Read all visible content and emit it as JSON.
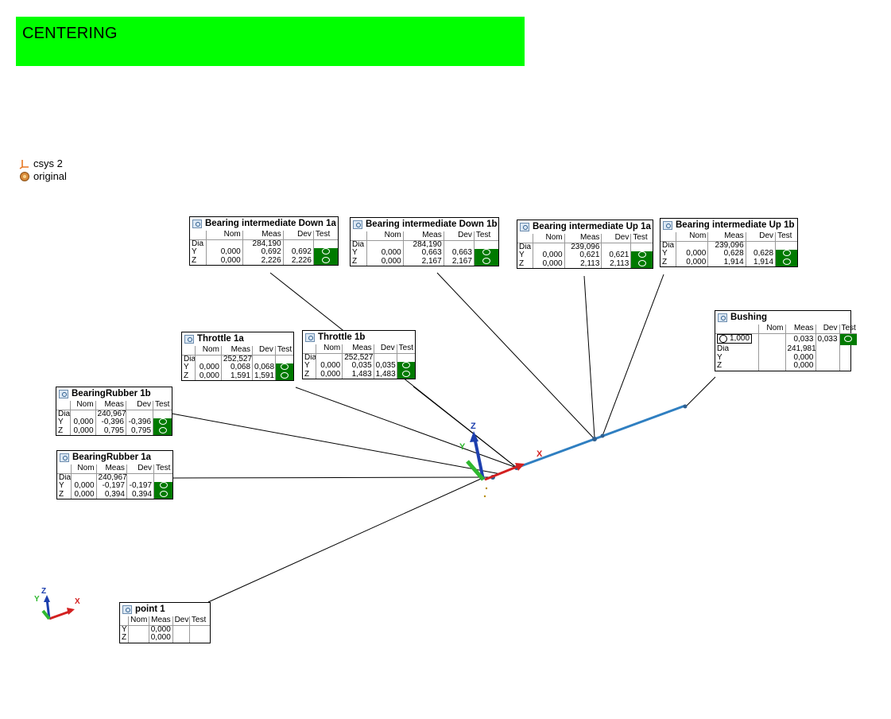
{
  "header": {
    "title": "CENTERING",
    "color": "#00ff00"
  },
  "legend": {
    "csys_label": "csys 2",
    "original_label": "original"
  },
  "axes": {
    "x": "X",
    "y": "Y",
    "z": "Z"
  },
  "ok_color": "#007a00",
  "boxes": {
    "bid1a": {
      "title": "Bearing intermediate Down 1a",
      "cols": [
        "",
        "Nom",
        "Meas",
        "Dev",
        "Test"
      ],
      "rows": [
        [
          "Dia",
          "",
          "284,190",
          ""
        ],
        [
          "Y",
          "0,000",
          "0,692",
          "0,692"
        ],
        [
          "Z",
          "0,000",
          "2,226",
          "2,226"
        ]
      ]
    },
    "bid1b": {
      "title": "Bearing intermediate Down 1b",
      "cols": [
        "",
        "Nom",
        "Meas",
        "Dev",
        "Test"
      ],
      "rows": [
        [
          "Dia",
          "",
          "284,190",
          ""
        ],
        [
          "Y",
          "0,000",
          "0,663",
          "0,663"
        ],
        [
          "Z",
          "0,000",
          "2,167",
          "2,167"
        ]
      ]
    },
    "biu1a": {
      "title": "Bearing intermediate Up 1a",
      "cols": [
        "",
        "Nom",
        "Meas",
        "Dev",
        "Test"
      ],
      "rows": [
        [
          "Dia",
          "",
          "239,096",
          ""
        ],
        [
          "Y",
          "0,000",
          "0,621",
          "0,621"
        ],
        [
          "Z",
          "0,000",
          "2,113",
          "2,113"
        ]
      ]
    },
    "biu1b": {
      "title": "Bearing intermediate Up 1b",
      "cols": [
        "",
        "Nom",
        "Meas",
        "Dev",
        "Test"
      ],
      "rows": [
        [
          "Dia",
          "",
          "239,096",
          ""
        ],
        [
          "Y",
          "0,000",
          "0,628",
          "0,628"
        ],
        [
          "Z",
          "0,000",
          "1,914",
          "1,914"
        ]
      ]
    },
    "thr1a": {
      "title": "Throttle 1a",
      "cols": [
        "",
        "Nom",
        "Meas",
        "Dev",
        "Test"
      ],
      "rows": [
        [
          "Dia",
          "",
          "252,527",
          ""
        ],
        [
          "Y",
          "0,000",
          "0,068",
          "0,068"
        ],
        [
          "Z",
          "0,000",
          "1,591",
          "1,591"
        ]
      ]
    },
    "thr1b": {
      "title": "Throttle 1b",
      "cols": [
        "",
        "Nom",
        "Meas",
        "Dev",
        "Test"
      ],
      "rows": [
        [
          "Dia",
          "",
          "252,527",
          ""
        ],
        [
          "Y",
          "0,000",
          "0,035",
          "0,035"
        ],
        [
          "Z",
          "0,000",
          "1,483",
          "1,483"
        ]
      ]
    },
    "br1b": {
      "title": "BearingRubber 1b",
      "cols": [
        "",
        "Nom",
        "Meas",
        "Dev",
        "Test"
      ],
      "rows": [
        [
          "Dia",
          "",
          "240,967",
          ""
        ],
        [
          "Y",
          "0,000",
          "-0,396",
          "-0,396"
        ],
        [
          "Z",
          "0,000",
          "0,795",
          "0,795"
        ]
      ]
    },
    "br1a": {
      "title": "BearingRubber 1a",
      "cols": [
        "",
        "Nom",
        "Meas",
        "Dev",
        "Test"
      ],
      "rows": [
        [
          "Dia",
          "",
          "240,967",
          ""
        ],
        [
          "Y",
          "0,000",
          "-0,197",
          "-0,197"
        ],
        [
          "Z",
          "0,000",
          "0,394",
          "0,394"
        ]
      ]
    },
    "bushing": {
      "title": "Bushing",
      "cols": [
        "",
        "Nom",
        "Meas",
        "Dev",
        "Test"
      ],
      "circ_value": "1,000",
      "row0": [
        "",
        "0,033",
        "0,033"
      ],
      "rows": [
        [
          "Dia",
          "",
          "241,981",
          ""
        ],
        [
          "Y",
          "",
          "0,000",
          ""
        ],
        [
          "Z",
          "",
          "0,000",
          ""
        ]
      ]
    },
    "point1": {
      "title": "point 1",
      "cols": [
        "",
        "Nom",
        "Meas",
        "Dev",
        "Test"
      ],
      "rows": [
        [
          "Y",
          "",
          "0,000",
          ""
        ],
        [
          "Z",
          "",
          "0,000",
          ""
        ]
      ]
    }
  }
}
